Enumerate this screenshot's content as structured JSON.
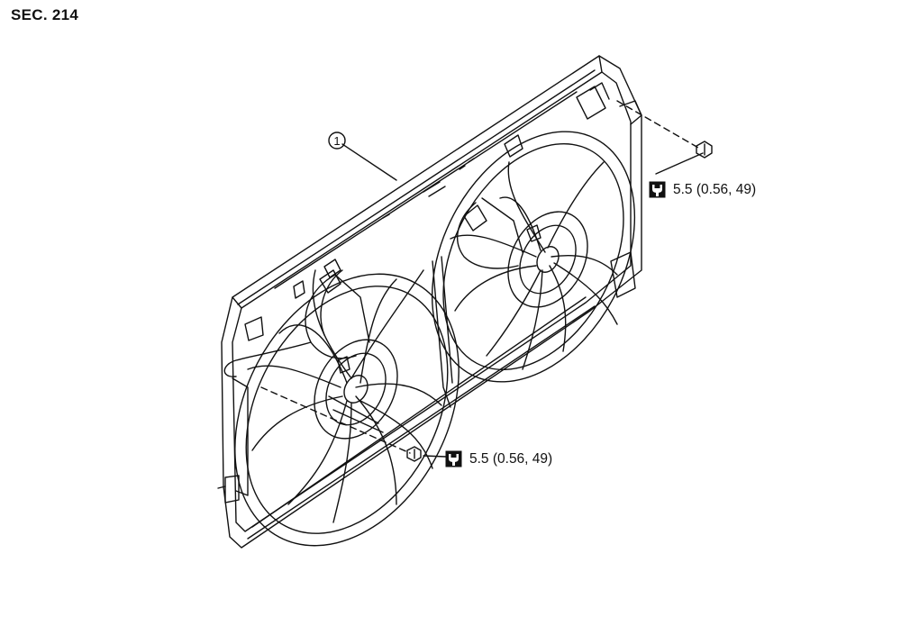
{
  "section_label": "SEC. 214",
  "callout_number": "1",
  "torque_specs": [
    {
      "value": "5.5 (0.56, 49)",
      "icon": "torque-wrench-icon"
    },
    {
      "value": "5.5 (0.56, 49)",
      "icon": "torque-wrench-icon"
    }
  ]
}
